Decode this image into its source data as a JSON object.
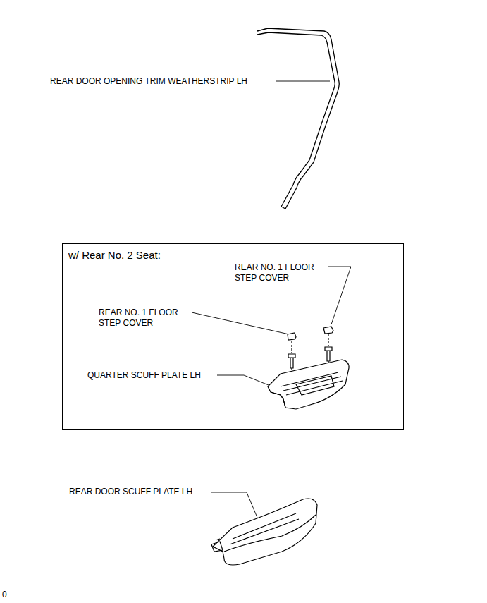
{
  "diagram": {
    "nodes": [
      {
        "text": [
          "w/ Rear No. 2 Seat:"
        ]
      }
    ],
    "labels": [
      "REAR DOOR OPENING TRIM WEATHERSTRIP LH",
      "REAR NO. 1 FLOOR STEP COVER",
      "REAR NO. 1 FLOOR STEP COVER",
      "QUARTER SCUFF PLATE LH",
      "REAR DOOR SCUFF PLATE LH",
      "0"
    ]
  }
}
